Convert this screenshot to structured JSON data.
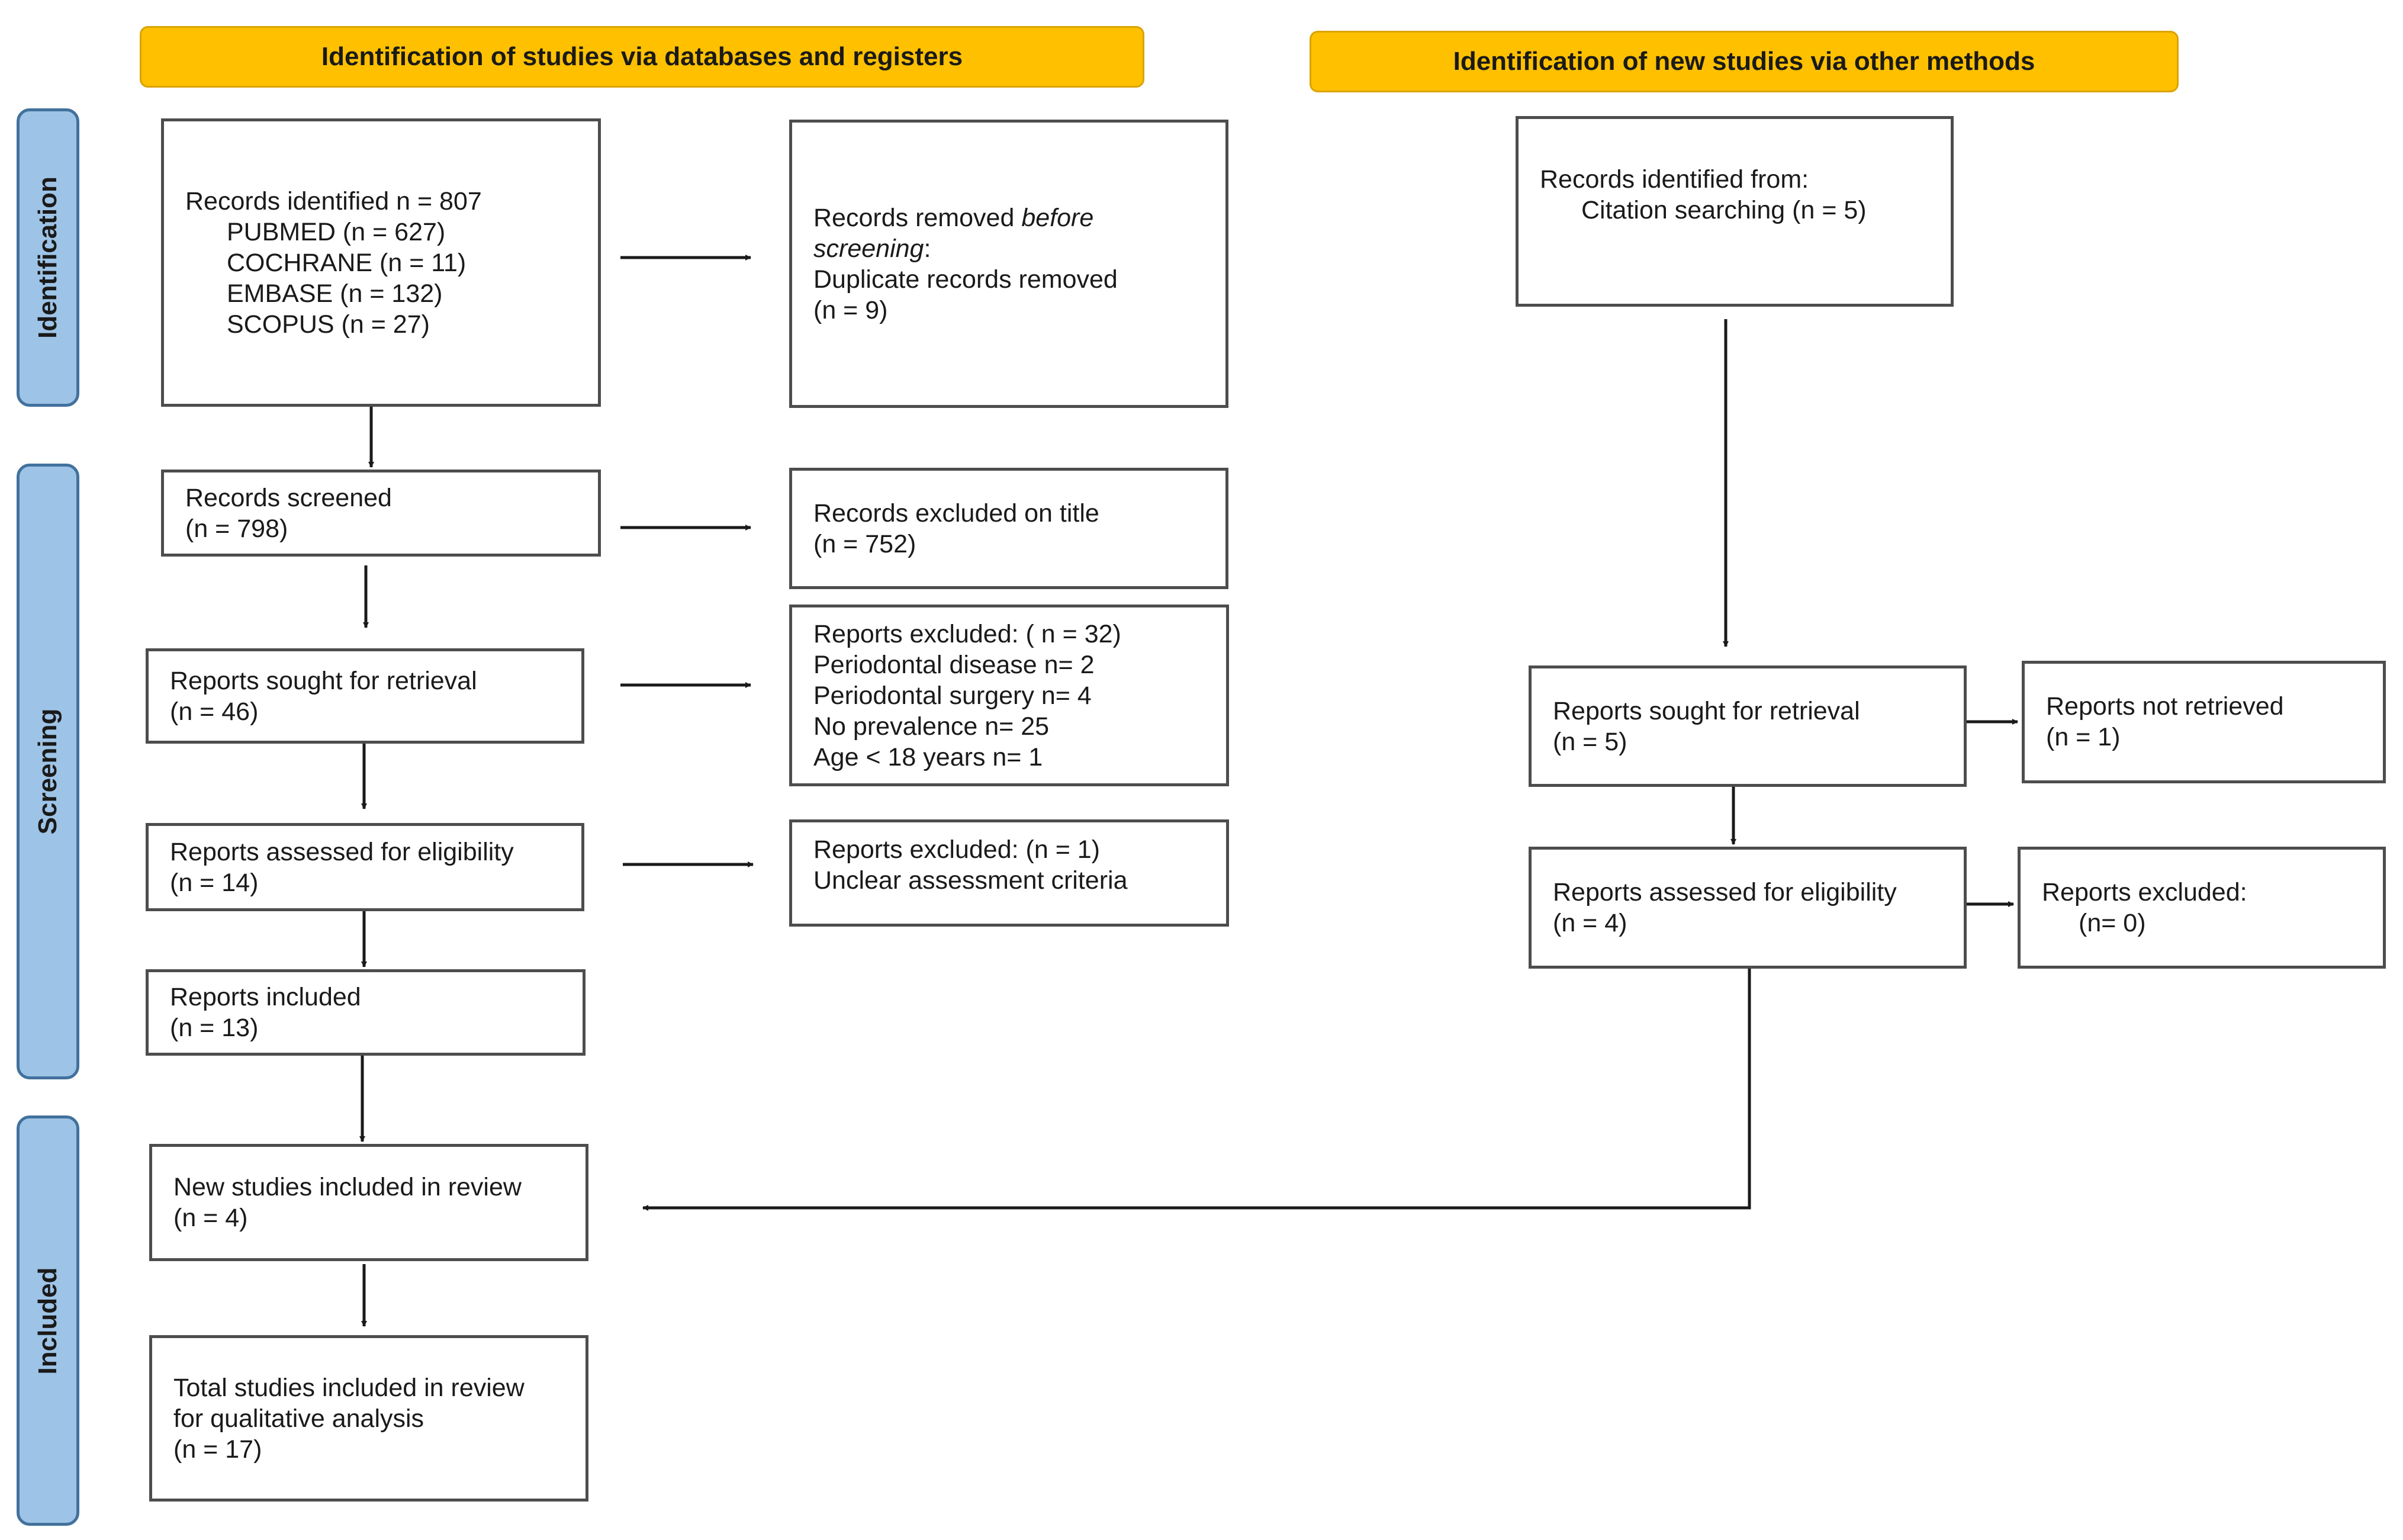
{
  "headers": {
    "databases": "Identification of studies via databases and registers",
    "other_methods": "Identification of new studies via other methods"
  },
  "phases": {
    "identification": "Identification",
    "screening": "Screening",
    "included": "Included"
  },
  "left": {
    "records_identified": {
      "title": "Records identified n = 807",
      "pubmed": "PUBMED (n = 627)",
      "cochrane": "COCHRANE (n = 11)",
      "embase": "EMBASE (n = 132)",
      "scopus": "SCOPUS (n = 27)"
    },
    "records_removed": {
      "prefix": "Records removed ",
      "emphasis_1": "before",
      "emphasis_2": "screening",
      "suffix": ":",
      "detail": "Duplicate records removed",
      "count": "(n = 9)"
    },
    "records_screened": {
      "title": "Records screened",
      "count": "(n = 798)"
    },
    "records_excluded_title": {
      "title": "Records excluded on title",
      "count": "(n = 752)"
    },
    "reports_sought": {
      "title": "Reports sought for retrieval",
      "count": "(n = 46)"
    },
    "reports_excluded_1": {
      "title": "Reports excluded: ( n = 32)",
      "reasons": [
        "Periodontal disease n= 2",
        "Periodontal surgery n= 4",
        "No prevalence n= 25",
        "Age < 18 years n= 1"
      ]
    },
    "reports_assessed": {
      "title": "Reports assessed for eligibility",
      "count": "(n = 14)"
    },
    "reports_excluded_2": {
      "title": "Reports excluded: (n = 1)",
      "reason": "Unclear assessment criteria"
    },
    "reports_included": {
      "title": "Reports included",
      "count": "(n = 13)"
    },
    "new_studies": {
      "title": "New studies included in review",
      "count": "(n = 4)"
    },
    "total_studies": {
      "line1": "Total studies included in review",
      "line2": "for qualitative analysis",
      "count": "(n = 17)"
    }
  },
  "right": {
    "records_identified": {
      "title": "Records identified from:",
      "detail": "Citation searching (n = 5)"
    },
    "reports_sought": {
      "title": "Reports sought for retrieval",
      "count": "(n = 5)"
    },
    "reports_not_retrieved": {
      "title": "Reports not retrieved",
      "count": "(n = 1)"
    },
    "reports_assessed": {
      "title": "Reports assessed for eligibility",
      "count": "(n = 4)"
    },
    "reports_excluded": {
      "title": "Reports excluded:",
      "count": "(n= 0)"
    }
  },
  "colors": {
    "header_fill": "#ffc000",
    "phase_fill": "#9dc3e6",
    "phase_border": "#41719c",
    "box_border": "#4d4d4d",
    "arrow": "#1a1a1a"
  }
}
